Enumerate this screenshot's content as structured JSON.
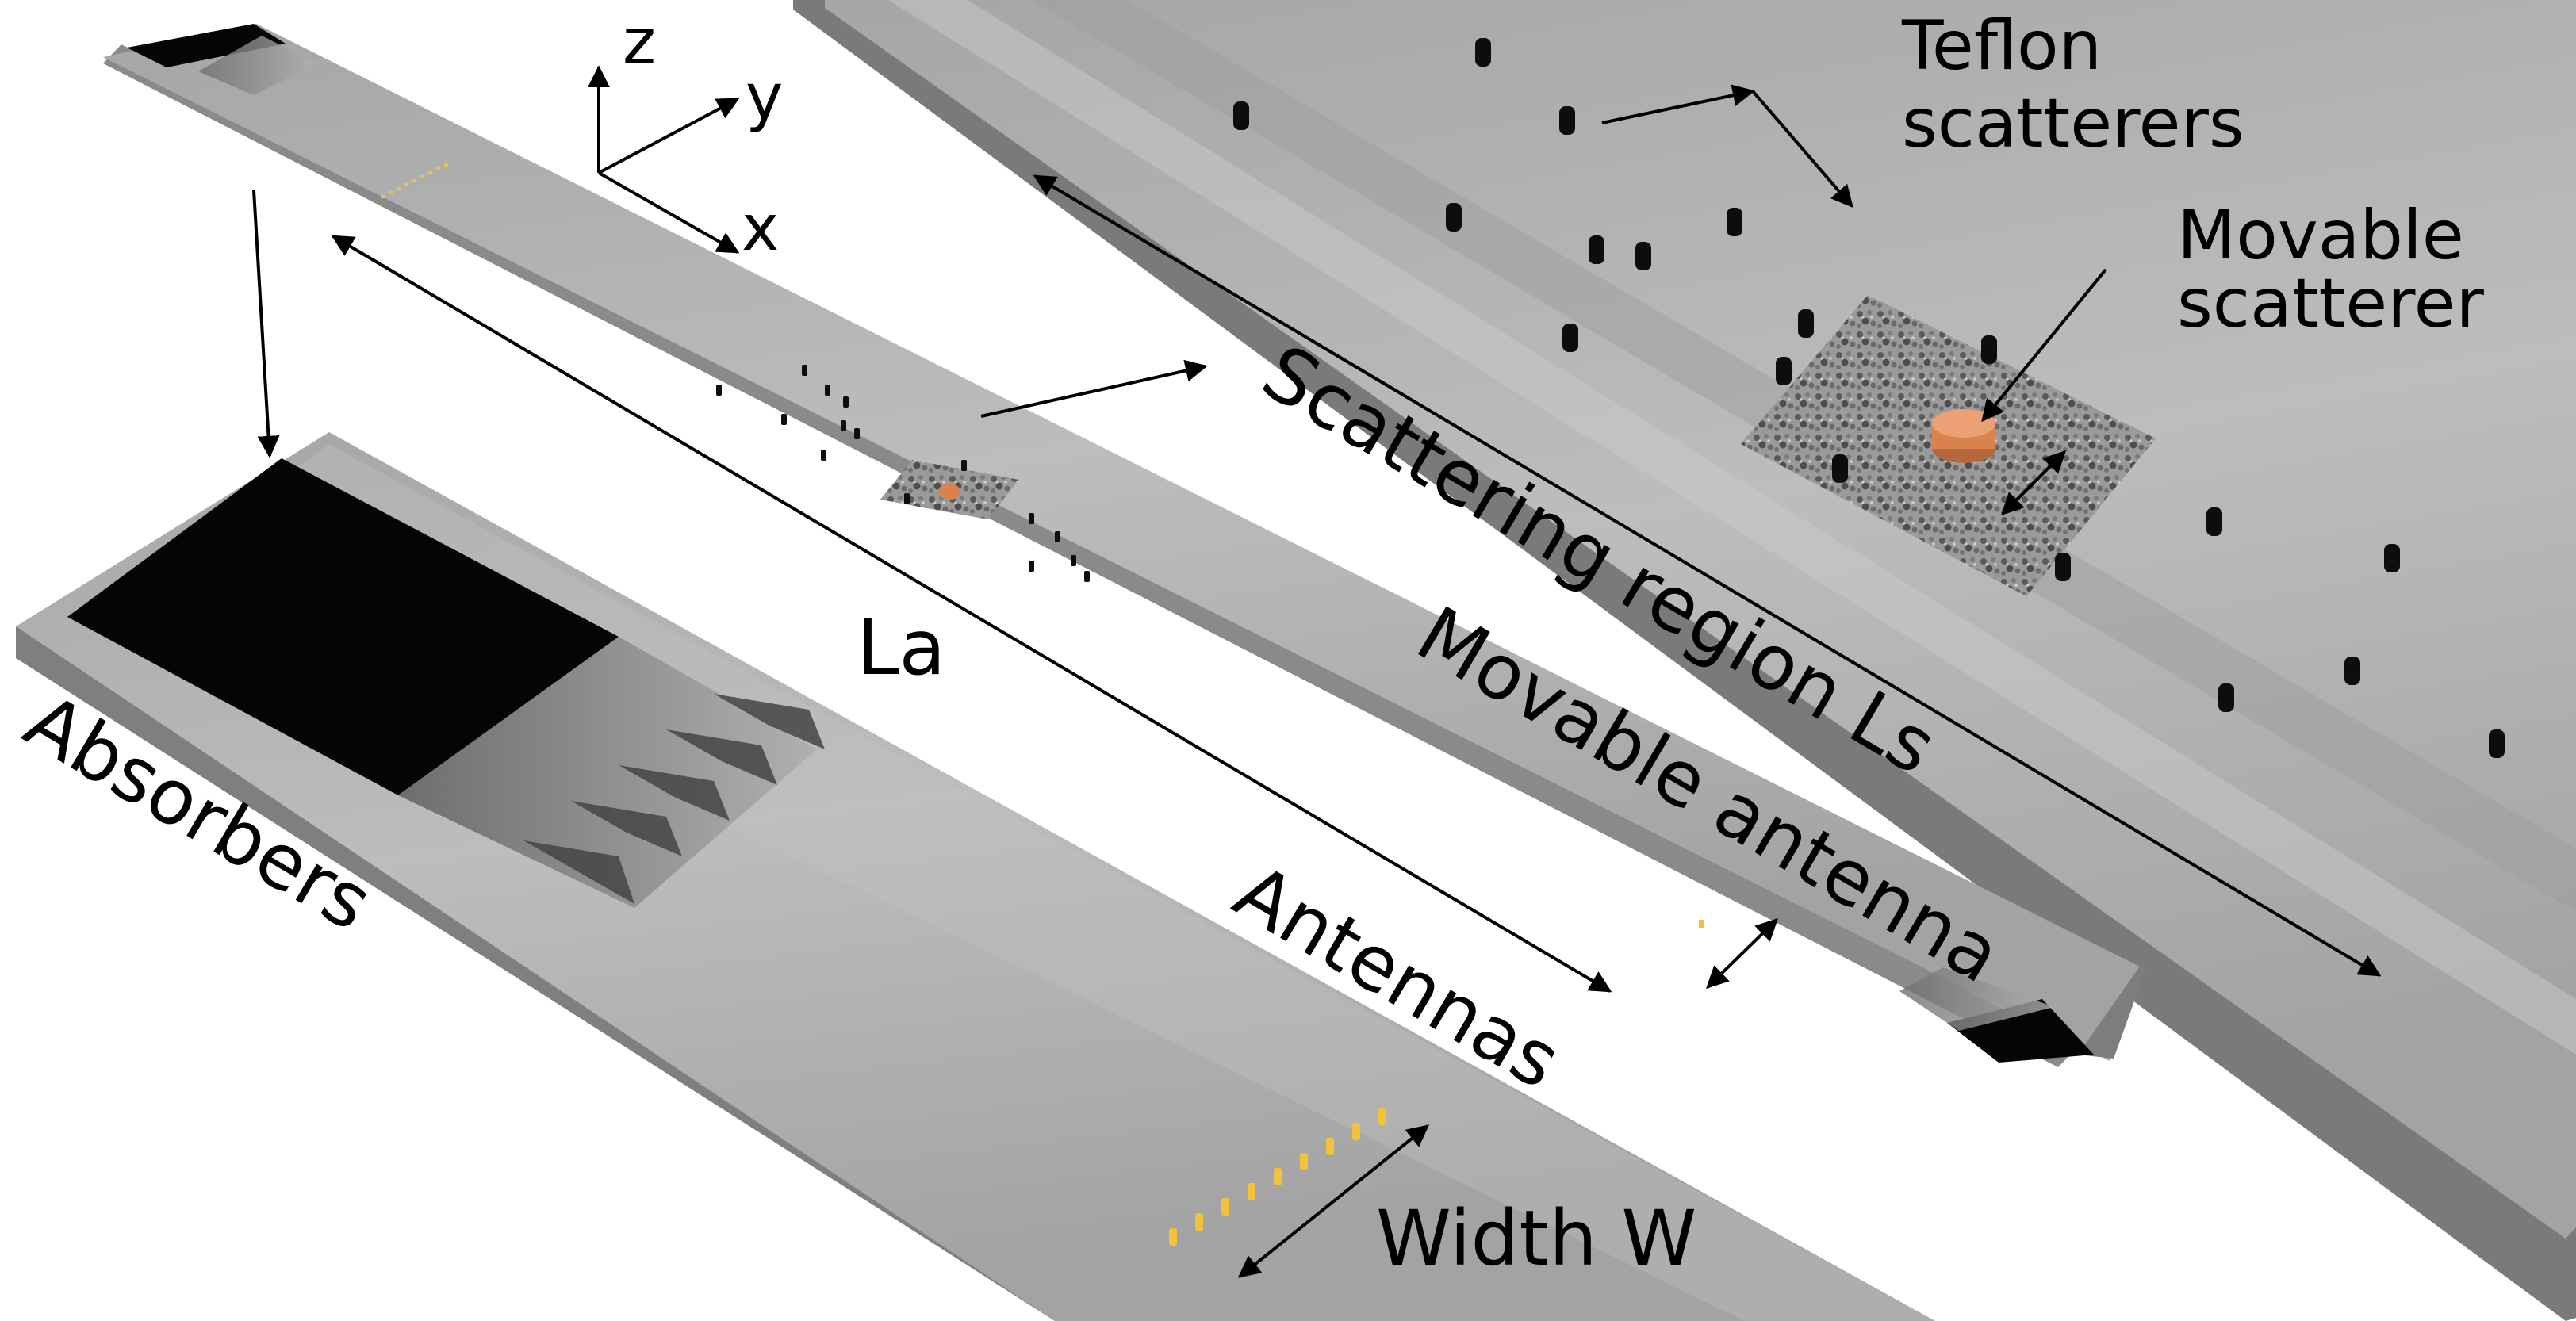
{
  "axes": {
    "z": "z",
    "y": "y",
    "x": "x"
  },
  "labels": {
    "teflon_line1": "Teflon",
    "teflon_line2": "scatterers",
    "movable_scatterer_line1": "Movable",
    "movable_scatterer_line2": "scatterer",
    "scattering_region": "Scattering region Ls",
    "la": "La",
    "movable_antenna": "Movable antenna",
    "absorbers": "Absorbers",
    "antennas": "Antennas",
    "width": "Width W"
  },
  "colors": {
    "waveguide_top": "#b3b3b3",
    "waveguide_side": "#8c8c8c",
    "absorber": "#050505",
    "scatterer": "#0d0d0d",
    "copper": "#d9824e",
    "antenna_gold": "#f2c23a"
  }
}
